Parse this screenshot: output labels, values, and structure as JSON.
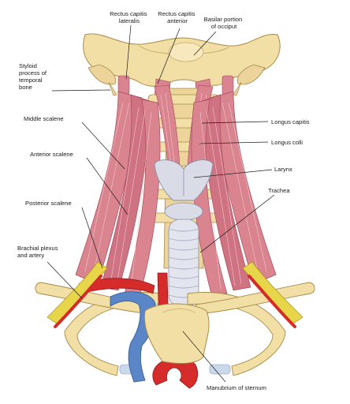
{
  "labels": {
    "rectus_lateralis": [
      "Rectus capitis",
      "lateralis"
    ],
    "rectus_anterior": [
      "Rectus capitis",
      "anterior"
    ],
    "basilar": [
      "Basilar portion",
      "of occiput"
    ],
    "styloid": [
      "Styloid",
      "process of",
      "temporal",
      "bone"
    ],
    "middle_scalene": [
      "Middle scalene"
    ],
    "longus_capitis": [
      "Longus capitis"
    ],
    "longus_colli": [
      "Longus colli"
    ],
    "anterior_scalene": [
      "Anterior scalene"
    ],
    "larynx": [
      "Larynx"
    ],
    "trachea": [
      "Trachea"
    ],
    "posterior_scalene": [
      "Posterior scalene"
    ],
    "brachial": [
      "Brachial plexus",
      "and artery"
    ],
    "manubrium": [
      "Manubrium of sternum"
    ]
  },
  "colors": {
    "bone": "#f2dfa6",
    "bone_edge": "#a88a48",
    "muscle": "#d9848f",
    "muscle_dark": "#a84a5a",
    "cartilage": "#d9dbe6",
    "artery": "#d52b2b",
    "vein": "#5a86c8",
    "nerve": "#e8d64a"
  }
}
